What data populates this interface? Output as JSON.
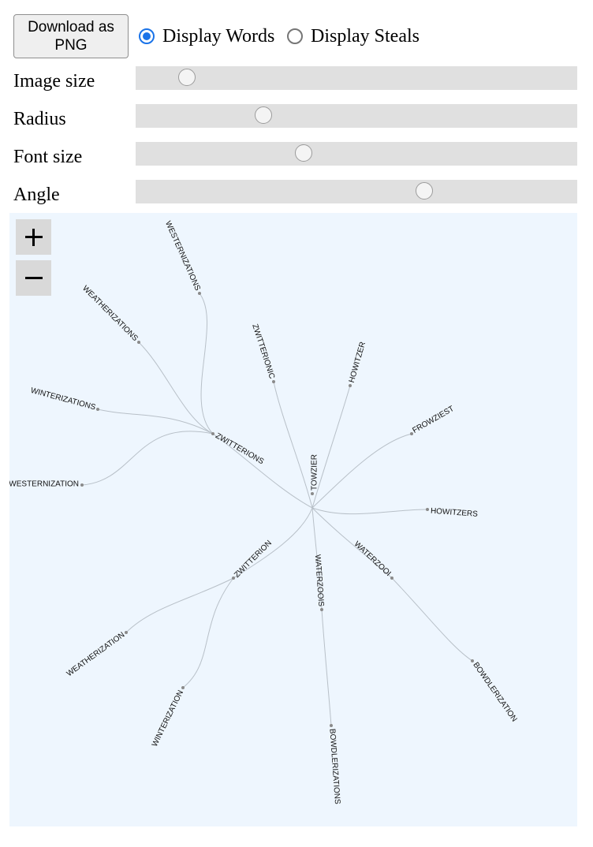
{
  "controls": {
    "download_label": "Download as PNG",
    "display_words_label": "Display Words",
    "display_steals_label": "Display Steals",
    "selected_mode": "Display Words"
  },
  "sliders": [
    {
      "label": "Image size",
      "value_fraction": 0.1
    },
    {
      "label": "Radius",
      "value_fraction": 0.28
    },
    {
      "label": "Font size",
      "value_fraction": 0.375
    },
    {
      "label": "Angle",
      "value_fraction": 0.66
    }
  ],
  "graph": {
    "zoom_in_label": "+",
    "zoom_out_label": "−",
    "words": [
      "TOWZIER",
      "ZWITTERIONS",
      "ZWITTERION",
      "WESTERNIZATIONS",
      "WEATHERIZATIONS",
      "WINTERIZATIONS",
      "WESTERNIZATION",
      "ZWITTERIONIC",
      "HOWITZER",
      "FROWZIEST",
      "HOWITZERS",
      "WATERZOOI",
      "WATERZOOIS",
      "BOWDLERIZATION",
      "BOWDLERIZATIONS",
      "WEATHERIZATION",
      "WINTERIZATION"
    ],
    "colors": {
      "background": "#eef6fe",
      "edge": "#b8c0c8",
      "node": "#8a8a8a"
    }
  }
}
